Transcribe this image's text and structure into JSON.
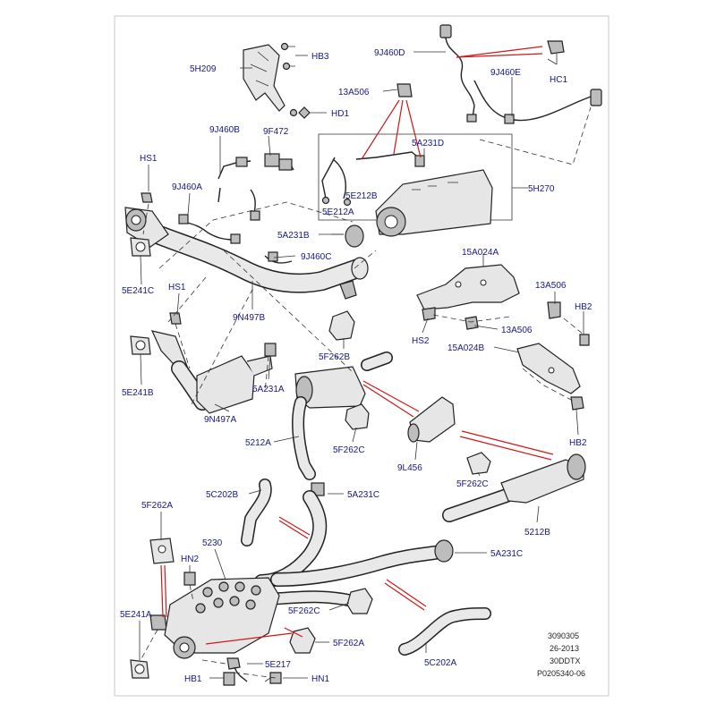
{
  "colors": {
    "frame": "#c8c8c8",
    "label": "#15178a",
    "callout": "#d01818",
    "part": "#e6e6e6"
  },
  "labels": {
    "HB3": "HB3",
    "5H209": "5H209",
    "HD1": "HD1",
    "9J460D": "9J460D",
    "HC1": "HC1",
    "9J460E": "9J460E",
    "13A506_top": "13A506",
    "5A231D": "5A231D",
    "5H270": "5H270",
    "5E212B": "5E212B",
    "5E212A": "5E212A",
    "9J460B": "9J460B",
    "9F472": "9F472",
    "HS1_top": "HS1",
    "9J460A": "9J460A",
    "5A231B": "5A231B",
    "9J460C": "9J460C",
    "5E241C": "5E241C",
    "9N497B": "9N497B",
    "HS1_mid": "HS1",
    "15A024A": "15A024A",
    "13A506_right": "13A506",
    "HB2_top": "HB2",
    "HS2": "HS2",
    "13A506_mid": "13A506",
    "15A024B": "15A024B",
    "5F262B": "5F262B",
    "5E241B": "5E241B",
    "5A231A": "5A231A",
    "9N497A": "9N497A",
    "5212A": "5212A",
    "5F262C_mid": "5F262C",
    "9L456": "9L456",
    "HB2_bot": "HB2",
    "5F262C_right": "5F262C",
    "5C202B": "5C202B",
    "5A231C_mid": "5A231C",
    "5F262A_top": "5F262A",
    "5230": "5230",
    "5212B": "5212B",
    "HN2": "HN2",
    "5A231C_right": "5A231C",
    "5E241A": "5E241A",
    "5F262C_bot": "5F262C",
    "5F262A_bot": "5F262A",
    "5C202A": "5C202A",
    "5E217": "5E217",
    "HB1": "HB1",
    "HN1": "HN1"
  },
  "footer": {
    "line1": "3090305",
    "line2": "26-2013",
    "line3": "30DDTX",
    "line4": "P0205340-06"
  }
}
